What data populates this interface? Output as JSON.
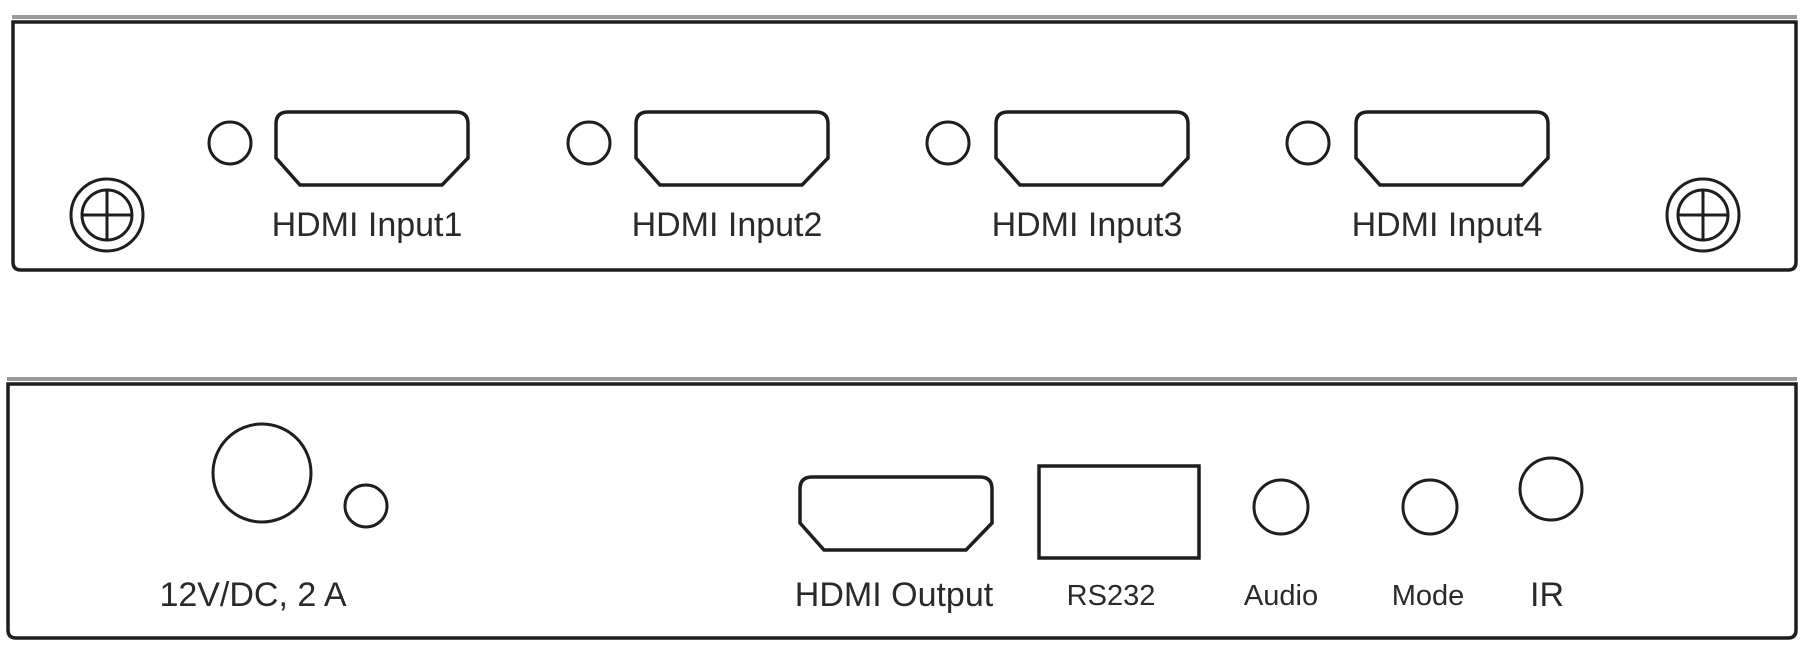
{
  "front_panel": {
    "ports": [
      {
        "label": "HDMI Input1"
      },
      {
        "label": "HDMI Input2"
      },
      {
        "label": "HDMI Input3"
      },
      {
        "label": "HDMI Input4"
      }
    ]
  },
  "rear_panel": {
    "power_label": "12V/DC, 2 A",
    "hdmi_output_label": "HDMI Output",
    "rs232_label": "RS232",
    "audio_label": "Audio",
    "mode_label": "Mode",
    "ir_label": "IR"
  },
  "colors": {
    "stroke": "#1e1e1e",
    "text": "#2a2a2a",
    "background": "#ffffff"
  }
}
